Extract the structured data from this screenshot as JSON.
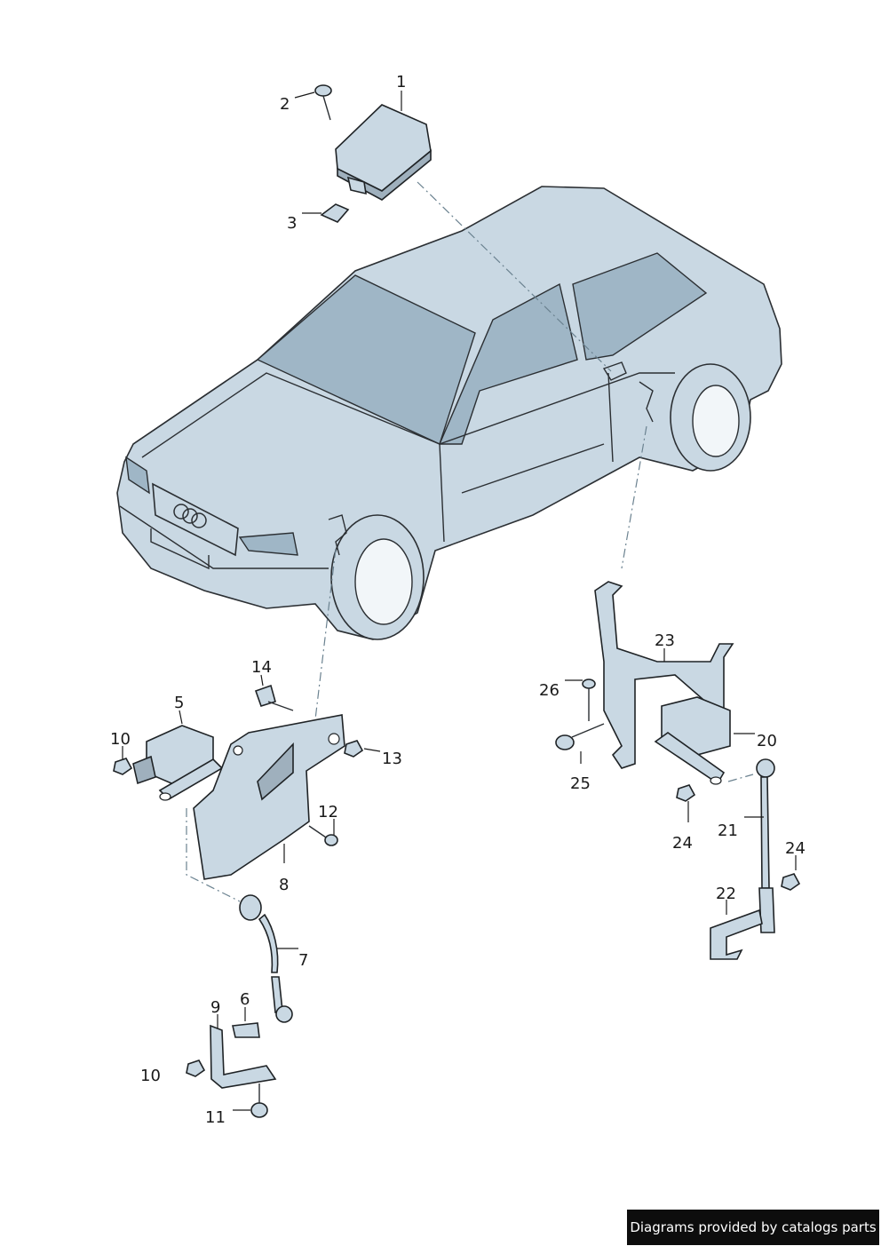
{
  "callouts": {
    "c1": "1",
    "c2": "2",
    "c3": "3",
    "c5": "5",
    "c6": "6",
    "c7": "7",
    "c8": "8",
    "c9": "9",
    "c10a": "10",
    "c10b": "10",
    "c11": "11",
    "c12": "12",
    "c13": "13",
    "c14": "14",
    "c20": "20",
    "c21": "21",
    "c22": "22",
    "c23": "23",
    "c24a": "24",
    "c24b": "24",
    "c25": "25",
    "c26": "26"
  },
  "footer": {
    "text": "Diagrams provided by catalogs parts"
  },
  "colors": {
    "part_fill": "#c9d8e3",
    "glass_fill": "#9fb6c6",
    "outline": "#2b2f33",
    "badge_bg": "#0d0d0d"
  }
}
